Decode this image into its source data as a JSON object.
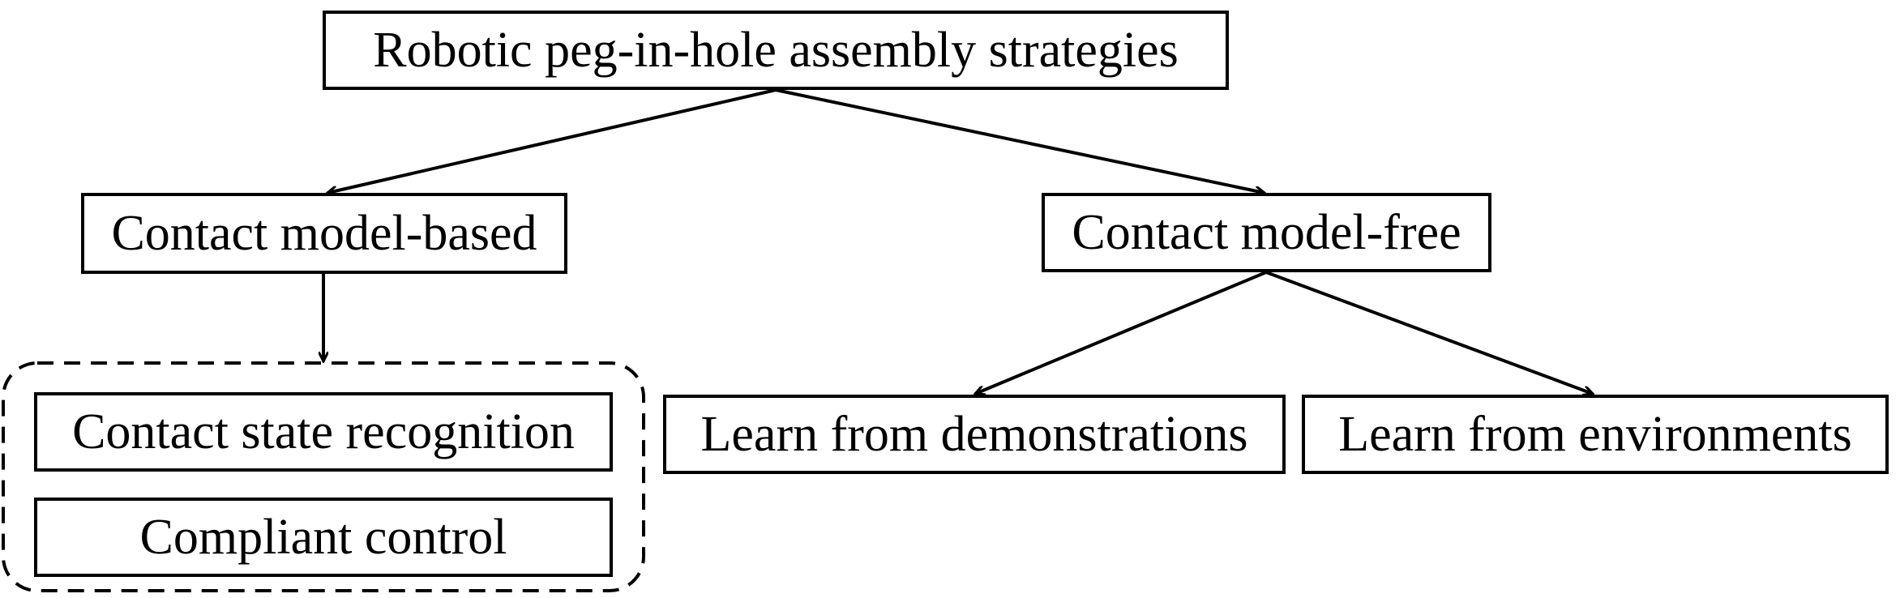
{
  "diagram": {
    "root": {
      "label": "Robotic peg-in-hole assembly strategies"
    },
    "branches": {
      "model_based": {
        "label": "Contact model-based",
        "group": {
          "items": [
            {
              "label": "Contact state recognition"
            },
            {
              "label": "Compliant control"
            }
          ]
        }
      },
      "model_free": {
        "label": "Contact model-free",
        "children": [
          {
            "label": "Learn from demonstrations"
          },
          {
            "label": "Learn from environments"
          }
        ]
      }
    },
    "colors": {
      "stroke": "#000000",
      "background": "#ffffff"
    }
  }
}
